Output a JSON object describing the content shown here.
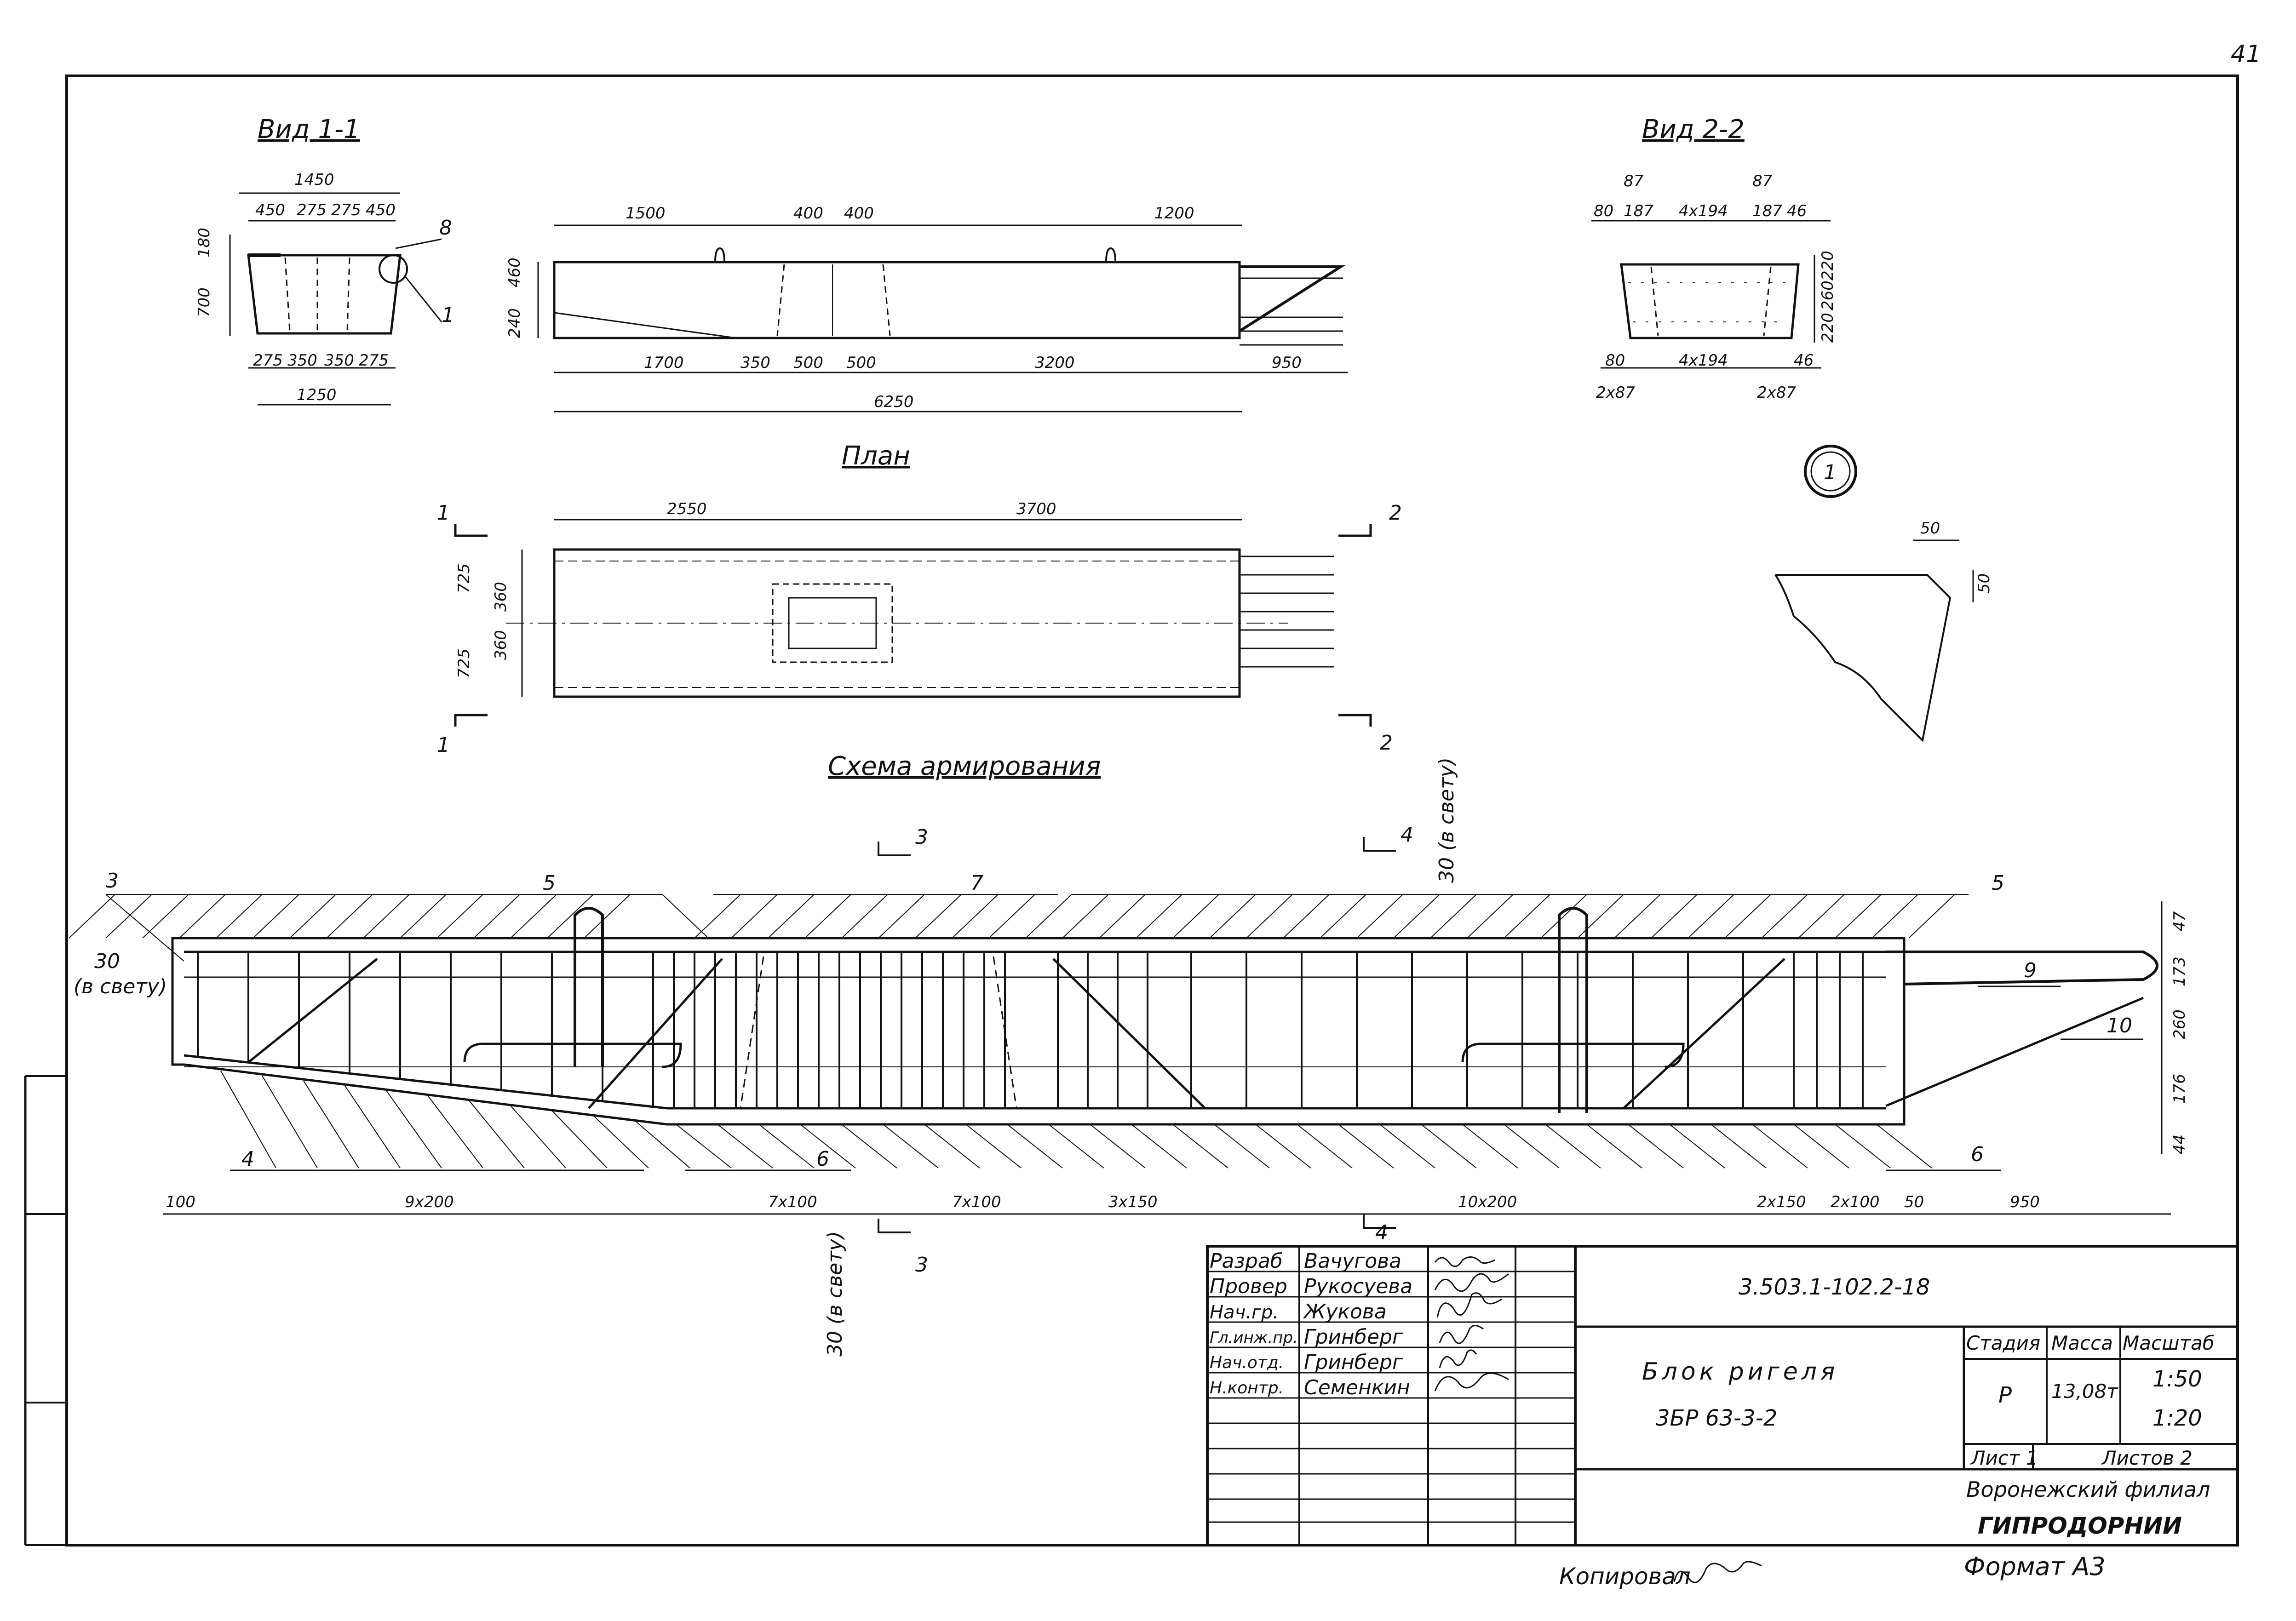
{
  "page_number": "41",
  "views": {
    "view11": {
      "title": "Вид 1-1",
      "top_total": "1450",
      "top_dims": [
        "450",
        "275",
        "275",
        "450"
      ],
      "height_dims": [
        "180",
        "700"
      ],
      "bottom_dims": [
        "275",
        "350",
        "350",
        "275"
      ],
      "bottom_total": "1250",
      "callout": "8",
      "node": "1"
    },
    "elevation": {
      "top_dims": [
        "1500",
        "400",
        "400",
        "1200"
      ],
      "left_dims": [
        "460",
        "240"
      ],
      "bottom_dims": [
        "1700",
        "350",
        "500",
        "500",
        "3200",
        "950"
      ],
      "total": "6250"
    },
    "view22": {
      "title": "Вид 2-2",
      "top_labels": [
        "87",
        "87"
      ],
      "top_dims": [
        "80",
        "187",
        "4x194",
        "187",
        "46"
      ],
      "right_dims": [
        "220",
        "260",
        "220"
      ],
      "bottom_dims": [
        "80",
        "4x194",
        "46"
      ],
      "bottom_labels": [
        "2x87",
        "2x87"
      ]
    },
    "plan": {
      "title": "План",
      "top_dims": [
        "2550",
        "3700"
      ],
      "left_dims": [
        "725",
        "360",
        "360",
        "725"
      ],
      "section_left": "1",
      "section_right": "2"
    },
    "node1": {
      "label": "1",
      "dims": [
        "50",
        "50"
      ]
    }
  },
  "reinforcement": {
    "title": "Схема армирования",
    "section_marks": [
      "3",
      "4"
    ],
    "callouts": [
      "3",
      "5",
      "7",
      "5",
      "9",
      "10",
      "4",
      "6",
      "6"
    ],
    "clear_note_left": "30",
    "clear_note_left_sub": "(в свету)",
    "clear_note_vertical": "30 (в свету)",
    "right_dims": [
      "47",
      "173",
      "260",
      "176",
      "44"
    ],
    "bottom_dims": [
      "100",
      "9x200",
      "7x100",
      "7x100",
      "3x150",
      "10x200",
      "2x150",
      "2x100",
      "50",
      "950"
    ]
  },
  "title_block": {
    "roles": [
      "Разраб",
      "Провер",
      "Нач.гр.",
      "Гл.инж.пр.",
      "Нач.отд.",
      "Н.контр."
    ],
    "names": [
      "Вачугова",
      "Рукосуева",
      "Жукова",
      "Гринберг",
      "Гринберг",
      "Семенкин"
    ],
    "doc_code": "3.503.1-102.2-18",
    "item_name": "Блок ригеля",
    "item_code": "3БР 63-3-2",
    "headers": [
      "Стадия",
      "Масса",
      "Масштаб"
    ],
    "stage": "Р",
    "mass": "13,08т",
    "scales": [
      "1:50",
      "1:20"
    ],
    "sheet": "Лист 1",
    "sheets": "Листов 2",
    "org1": "Воронежский филиал",
    "org2": "ГИПРОДОРНИИ"
  },
  "footer": {
    "copied": "Копировал",
    "format": "Формат А3"
  }
}
